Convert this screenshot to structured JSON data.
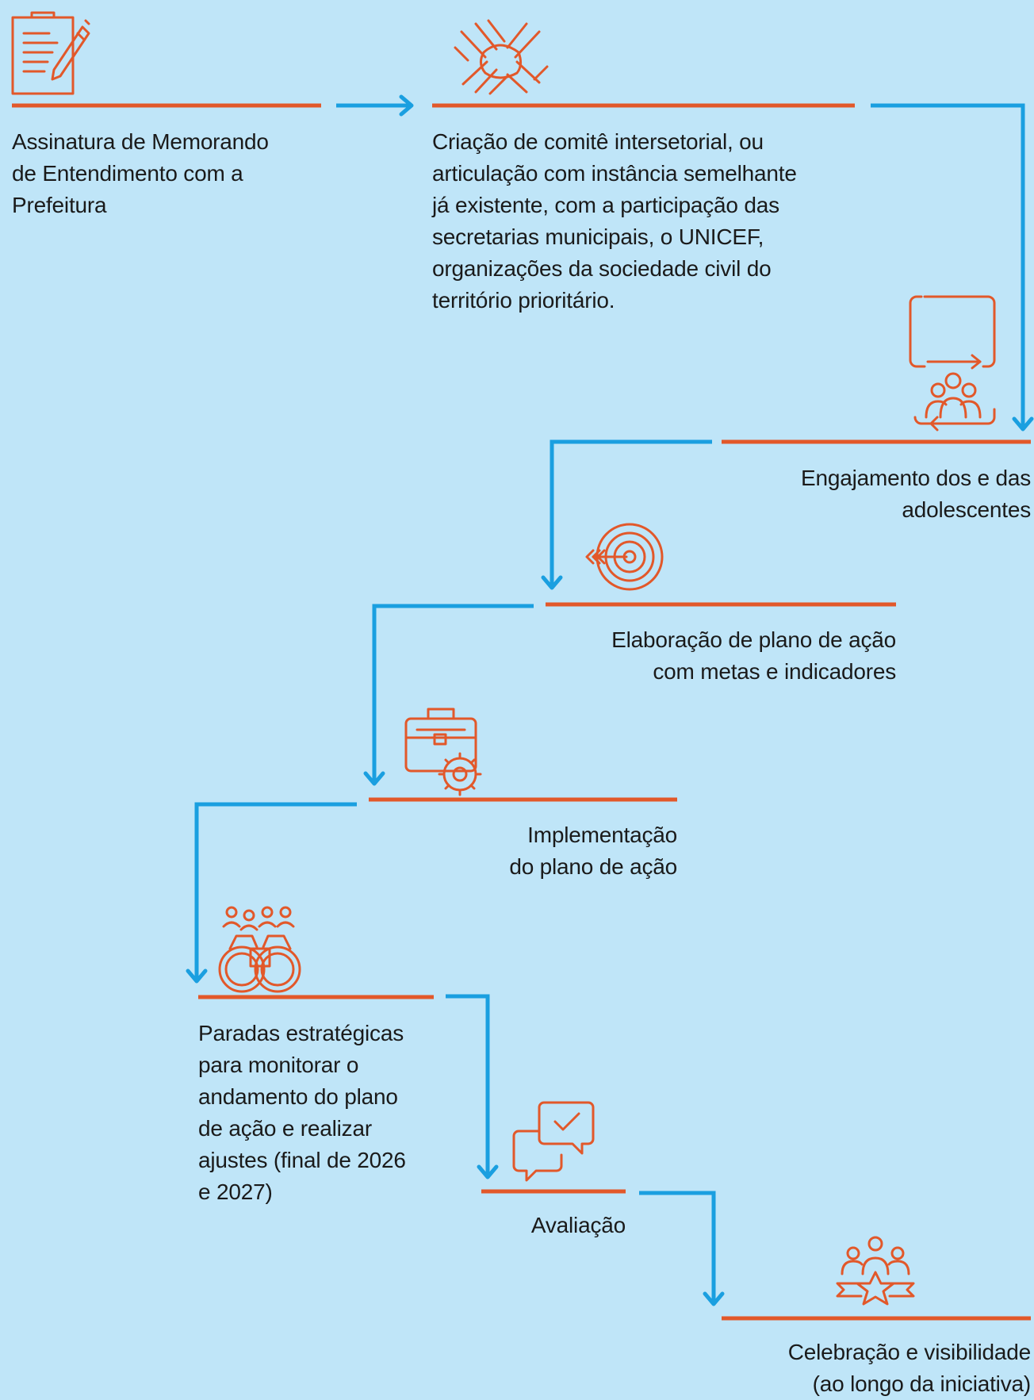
{
  "colors": {
    "background": "#bfe5f8",
    "accent_orange": "#e2582a",
    "arrow_blue": "#1a9fe0",
    "text": "#1a1a1a"
  },
  "steps": [
    {
      "icon": "clipboard-pen-icon",
      "text": "Assinatura de Memorando\nde Entendimento com a\nPrefeitura"
    },
    {
      "icon": "joined-hands-icon",
      "text": "Criação de comitê intersetorial, ou\narticulação com instância semelhante\njá existente, com a participação das\nsecretarias municipais, o UNICEF,\norganizações da sociedade civil do\nterritório prioritário."
    },
    {
      "icon": "group-cycle-icon",
      "text": "Engajamento dos e das\nadolescentes"
    },
    {
      "icon": "target-arrow-icon",
      "text": "Elaboração de plano de ação\ncom metas e indicadores"
    },
    {
      "icon": "briefcase-gear-icon",
      "text": "Implementação\ndo plano de ação"
    },
    {
      "icon": "binoculars-people-icon",
      "text": "Paradas estratégicas\npara monitorar o\nandamento do plano\nde ação e realizar\najustes (final de 2026\ne 2027)"
    },
    {
      "icon": "chat-check-icon",
      "text": "Avaliação"
    },
    {
      "icon": "people-star-icon",
      "text": "Celebração e visibilidade\n(ao longo da iniciativa)"
    }
  ]
}
